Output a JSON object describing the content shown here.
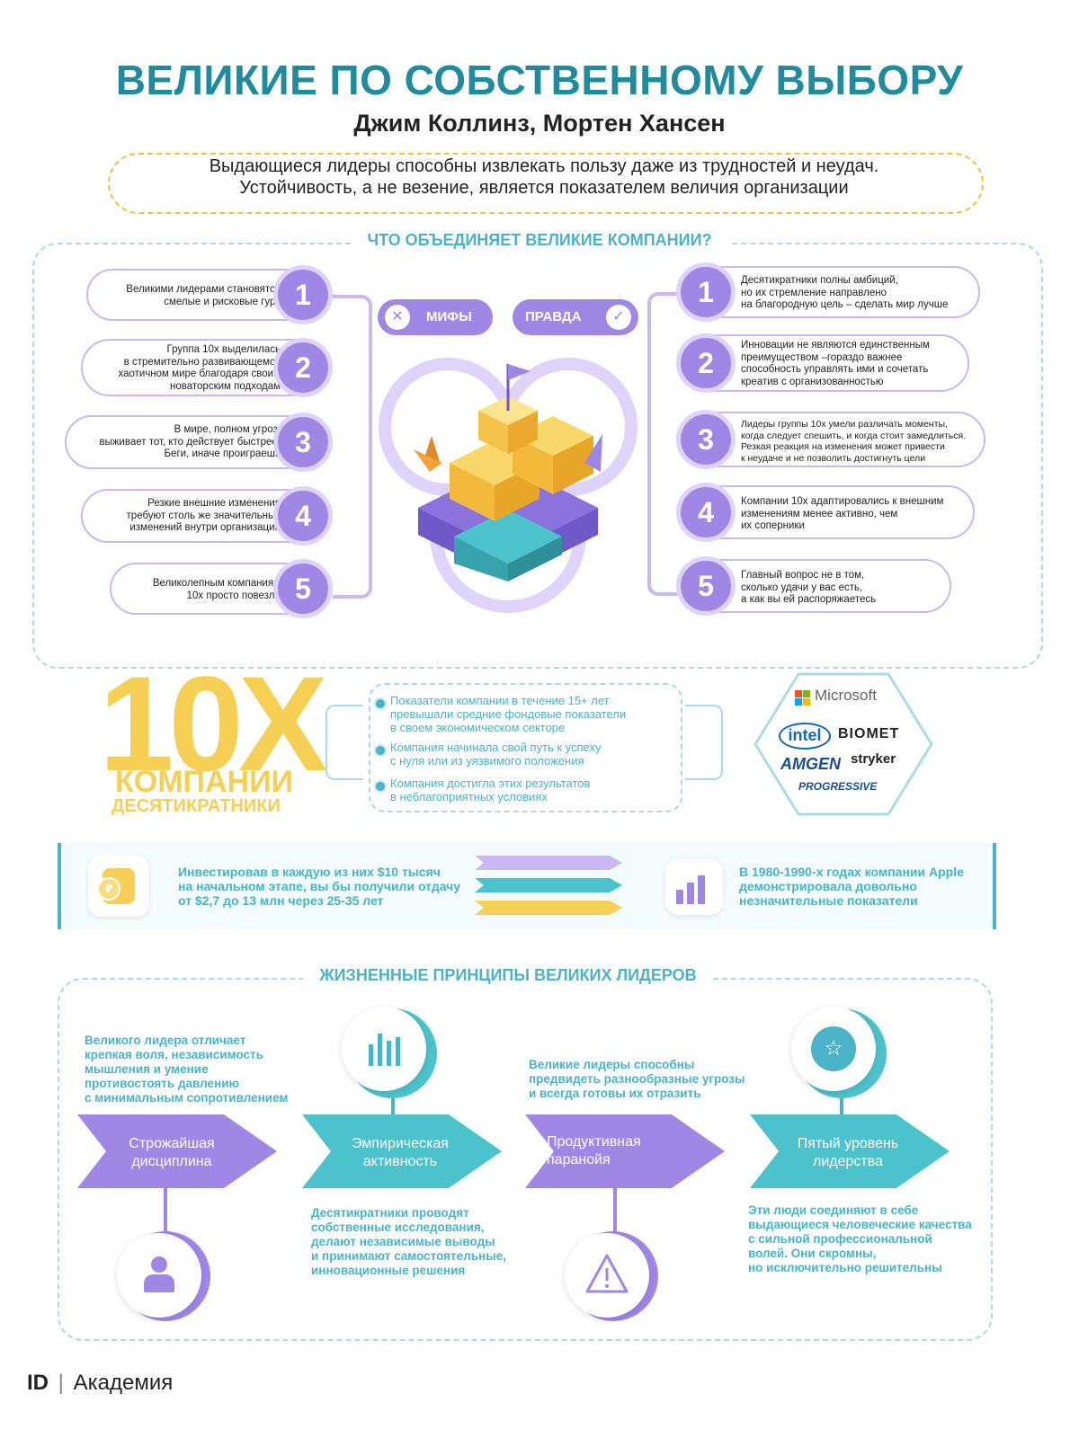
{
  "header": {
    "title": "ВЕЛИКИЕ ПО СОБСТВЕННОМУ ВЫБОРУ",
    "authors": "Джим Коллинз, Мортен Хансен",
    "quote_line1": "Выдающиеся лидеры способны извлекать пользу даже из трудностей и неудач.",
    "quote_line2": "Устойчивость, а не везение, является показателем величия организации"
  },
  "united": {
    "title": "ЧТО ОБЪЕДИНЯЕТ ВЕЛИКИЕ КОМПАНИИ?",
    "myths_label": "МИФЫ",
    "truth_label": "ПРАВДА",
    "myths": [
      {
        "num": "1",
        "lines": [
          "Великими лидерами становятся",
          "смелые и рисковые гуру"
        ]
      },
      {
        "num": "2",
        "lines": [
          "Группа 10х выделилась",
          "в стремительно развивающемся",
          "хаотичном мире благодаря своим",
          "новаторским подходам"
        ]
      },
      {
        "num": "3",
        "lines": [
          "В мире, полном угроз,",
          "выживает тот, кто действует быстрее.",
          "Беги, иначе проиграешь"
        ]
      },
      {
        "num": "4",
        "lines": [
          "Резкие внешние изменения",
          "требуют столь же значительных",
          "изменений внутри организации"
        ]
      },
      {
        "num": "5",
        "lines": [
          "Великолепным компаниям",
          "10х просто повезло"
        ]
      }
    ],
    "truths": [
      {
        "num": "1",
        "lines": [
          "Десятикратники полны амбиций,",
          "но их стремление направлено",
          "на благородную цель – сделать мир лучше"
        ]
      },
      {
        "num": "2",
        "lines": [
          "Инновации не являются единственным",
          "преимуществом –гораздо важнее",
          "способность управлять ими и сочетать",
          "креатив с организованностью"
        ]
      },
      {
        "num": "3",
        "lines": [
          "Лидеры группы 10х умели различать моменты,",
          "когда следует спешить, и когда стоит замедлиться.",
          "Резкая реакция на изменения может привести",
          "к неудаче и не позволить достигнуть цели"
        ]
      },
      {
        "num": "4",
        "lines": [
          "Компании 10х адаптировались к внешним",
          "изменениям менее активно, чем",
          "их соперники"
        ]
      },
      {
        "num": "5",
        "lines": [
          "Главный вопрос не в том,",
          "сколько удачи у вас есть,",
          "а как вы ей распоряжаетесь"
        ]
      }
    ]
  },
  "tenx": {
    "big": "10X",
    "companies": "КОМПАНИИ",
    "subtitle": "ДЕСЯТИКРАТНИКИ",
    "criteria": [
      {
        "lines": [
          "Показатели компании в течение 15+ лет",
          "превышали средние фондовые показатели",
          "в своем экономическом секторе"
        ]
      },
      {
        "lines": [
          "Компания начинала свой путь к успеху",
          "с нуля или из уязвимого положения"
        ]
      },
      {
        "lines": [
          "Компания достигла этих результатов",
          "в неблагоприятных условиях"
        ]
      }
    ],
    "logos": {
      "microsoft": "Microsoft",
      "intel": "intel",
      "biomet": "BIOMET",
      "amgen": "AMGEN",
      "stryker": "stryker",
      "progressive": "PROGRESSIVE"
    }
  },
  "stats": {
    "left_lines": [
      "Инвестировав в каждую из них $10 тысяч",
      "на начальном этапе, вы бы получили отдачу",
      "от $2,7 до 13 млн через 25-35 лет"
    ],
    "right_lines": [
      "В 1980-1990-х годах компании Apple",
      "демонстрировала довольно",
      "незначительные показатели"
    ]
  },
  "principles": {
    "title": "ЖИЗНЕННЫЕ ПРИНЦИПЫ ВЕЛИКИХ ЛИДЕРОВ",
    "items": [
      {
        "label1": "Строжайшая",
        "label2": "дисциплина",
        "desc": [
          "Великого лидера отличает",
          "крепкая воля, независимость",
          "мышления и умение",
          "противостоять давлению",
          "с минимальным сопротивлением"
        ]
      },
      {
        "label1": "Эмпирическая",
        "label2": "активность",
        "desc": [
          "Десятикратники проводят",
          "собственные исследования,",
          "делают независимые выводы",
          "и принимают самостоятельные,",
          "инновационные решения"
        ]
      },
      {
        "label1": "Продуктивная",
        "label2": "паранойя",
        "desc": [
          "Великие лидеры способны",
          "предвидеть разнообразные угрозы",
          "и всегда готовы их отразить"
        ]
      },
      {
        "label1": "Пятый уровень",
        "label2": "лидерства",
        "desc": [
          "Эти люди соединяют в себе",
          "выдающиеся человеческие качества",
          "с сильной профессиональной",
          "волей. Они скромны,",
          "но исключительно решительны"
        ]
      }
    ]
  },
  "footer": {
    "logo_mark": "ID",
    "logo_sep": "|",
    "logo_text": "Академия"
  },
  "colors": {
    "teal": "#1e8c9c",
    "light_teal": "#4ab3c8",
    "purple": "#9f87e6",
    "yellow": "#f6cf55"
  }
}
